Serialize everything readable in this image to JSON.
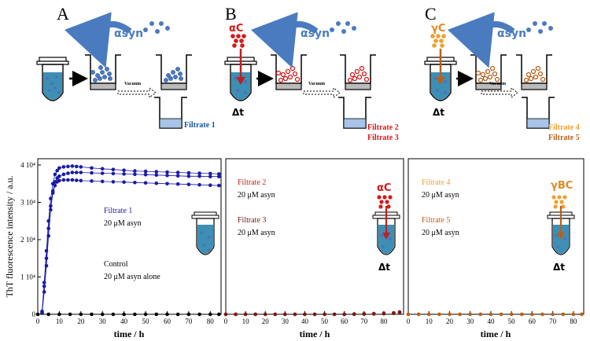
{
  "panels": {
    "A": {
      "letter": "A",
      "agent": "",
      "monomer": "αsyn",
      "filtrates": [
        "Filtrate 1"
      ],
      "time_label": ""
    },
    "B": {
      "letter": "B",
      "agent": "αC",
      "monomer": "αsyn",
      "filtrates": [
        "Filtrate 2",
        "Filtrate 3"
      ],
      "time_label": "Δt"
    },
    "C": {
      "letter": "C",
      "agent": "γC",
      "monomer": "αsyn",
      "filtrates": [
        "Filtrate 4",
        "Filtrate 5"
      ],
      "time_label": "Δt"
    }
  },
  "vacuum_label": "Vacuum",
  "colors": {
    "blue_dark": "#1a1aa8",
    "blue_light": "#4a7bbf",
    "red": "#d41a1a",
    "dark_red": "#7a1515",
    "orange": "#f0a030",
    "brown": "#b8601a",
    "black": "#000000"
  },
  "chart_data": [
    {
      "type": "scatter",
      "panel": "A",
      "ylabel": "ThT fluorescence intensity / a.u.",
      "xlabel": "time / h",
      "xlim": [
        0,
        85
      ],
      "ylim": [
        0,
        40000
      ],
      "xticks": [
        "0",
        "10",
        "20",
        "30",
        "40",
        "50",
        "60",
        "70",
        "80"
      ],
      "yticks": [
        "0",
        "1 10⁴",
        "2 10⁴",
        "3 10⁴",
        "4 10⁴"
      ],
      "annotations": [
        "Filtrate 1",
        "20 μM asyn",
        "Control",
        "20 μM asyn alone"
      ],
      "series": [
        {
          "name": "Filtrate 1",
          "color": "#1a1aa8",
          "x": [
            2,
            3,
            4,
            5,
            6,
            7,
            8,
            9,
            10,
            12,
            14,
            16,
            18,
            20,
            25,
            30,
            35,
            40,
            45,
            50,
            55,
            60,
            65,
            70,
            75,
            80,
            84
          ],
          "y": [
            500,
            7500,
            15000,
            23000,
            29000,
            33000,
            35500,
            36500,
            37000,
            37500,
            37800,
            38000,
            38000,
            38000,
            37900,
            37800,
            37700,
            37600,
            37500,
            37400,
            37300,
            37200,
            37100,
            37000,
            37000,
            36900,
            36900
          ]
        },
        {
          "name": "Filtrate 1",
          "color": "#1a1aa8",
          "x": [
            2,
            3,
            4,
            5,
            6,
            7,
            8,
            9,
            10,
            12,
            14,
            16,
            18,
            20,
            25,
            30,
            35,
            40,
            45,
            50,
            55,
            60,
            65,
            70,
            75,
            80,
            84
          ],
          "y": [
            800,
            8500,
            17000,
            25000,
            31000,
            35000,
            37500,
            38500,
            39200,
            39500,
            39600,
            39700,
            39600,
            39500,
            39200,
            39000,
            38800,
            38600,
            38400,
            38300,
            38200,
            38100,
            38000,
            37900,
            37800,
            37700,
            37600
          ]
        },
        {
          "name": "Filtrate 1",
          "color": "#1a1aa8",
          "x": [
            2,
            3,
            4,
            5,
            6,
            7,
            8,
            9,
            10,
            12,
            14,
            16,
            18,
            20,
            25,
            30,
            35,
            40,
            45,
            50,
            55,
            60,
            65,
            70,
            75,
            80,
            84
          ],
          "y": [
            300,
            6000,
            13000,
            21000,
            28000,
            32500,
            34500,
            35500,
            35800,
            36000,
            36000,
            36000,
            35900,
            35800,
            35700,
            35600,
            35500,
            35400,
            35300,
            35200,
            35100,
            35000,
            34900,
            34800,
            34700,
            34600,
            34500
          ]
        },
        {
          "name": "Control",
          "color": "#000000",
          "x": [
            0,
            5,
            10,
            15,
            20,
            25,
            30,
            35,
            40,
            45,
            50,
            55,
            60,
            65,
            70,
            75,
            80,
            84
          ],
          "y": [
            0,
            0,
            0,
            0,
            0,
            0,
            0,
            0,
            0,
            0,
            0,
            0,
            0,
            0,
            0,
            0,
            0,
            0
          ]
        }
      ]
    },
    {
      "type": "scatter",
      "panel": "B",
      "xlabel": "time / h",
      "xlim": [
        0,
        90
      ],
      "ylim": [
        0,
        40000
      ],
      "xticks": [
        "0",
        "10",
        "20",
        "30",
        "40",
        "50",
        "60",
        "70",
        "80"
      ],
      "annotations": [
        "Filtrate 2",
        "20 μM asyn",
        "Filtrate 3",
        "20 μM asyn"
      ],
      "series": [
        {
          "name": "Filtrate 2",
          "color": "#d41a1a",
          "x": [
            0,
            5,
            10,
            15,
            20,
            25,
            30,
            35,
            40,
            45,
            50,
            55,
            60,
            65,
            70,
            75,
            80,
            85,
            88
          ],
          "y": [
            0,
            0,
            0,
            0,
            0,
            0,
            0,
            0,
            0,
            0,
            0,
            0,
            0,
            100,
            150,
            200,
            300,
            400,
            600
          ]
        },
        {
          "name": "Filtrate 3",
          "color": "#7a1515",
          "x": [
            0,
            5,
            10,
            15,
            20,
            25,
            30,
            35,
            40,
            45,
            50,
            55,
            60,
            65,
            70,
            75,
            80,
            85,
            88
          ],
          "y": [
            0,
            0,
            0,
            0,
            0,
            0,
            0,
            0,
            0,
            0,
            0,
            0,
            0,
            0,
            50,
            100,
            150,
            250,
            500
          ]
        }
      ]
    },
    {
      "type": "scatter",
      "panel": "C",
      "xlabel": "time / h",
      "xlim": [
        0,
        85
      ],
      "ylim": [
        0,
        40000
      ],
      "xticks": [
        "0",
        "10",
        "20",
        "30",
        "40",
        "50",
        "60",
        "70",
        "80"
      ],
      "annotations": [
        "Filtrate 4",
        "20 μM asyn",
        "Filtrate 5",
        "20 μM asyn",
        "γBC"
      ],
      "series": [
        {
          "name": "Filtrate 4",
          "color": "#f0a030",
          "x": [
            0,
            5,
            10,
            15,
            20,
            25,
            30,
            35,
            40,
            45,
            50,
            55,
            60,
            65,
            70,
            75,
            80,
            84
          ],
          "y": [
            0,
            0,
            0,
            0,
            0,
            0,
            0,
            0,
            0,
            0,
            0,
            0,
            0,
            0,
            0,
            0,
            0,
            0
          ]
        },
        {
          "name": "Filtrate 5",
          "color": "#b8601a",
          "x": [
            0,
            5,
            10,
            15,
            20,
            25,
            30,
            35,
            40,
            45,
            50,
            55,
            60,
            65,
            70,
            75,
            80,
            84
          ],
          "y": [
            0,
            0,
            0,
            0,
            0,
            0,
            0,
            0,
            0,
            0,
            0,
            0,
            0,
            0,
            0,
            0,
            0,
            0
          ]
        }
      ]
    }
  ]
}
